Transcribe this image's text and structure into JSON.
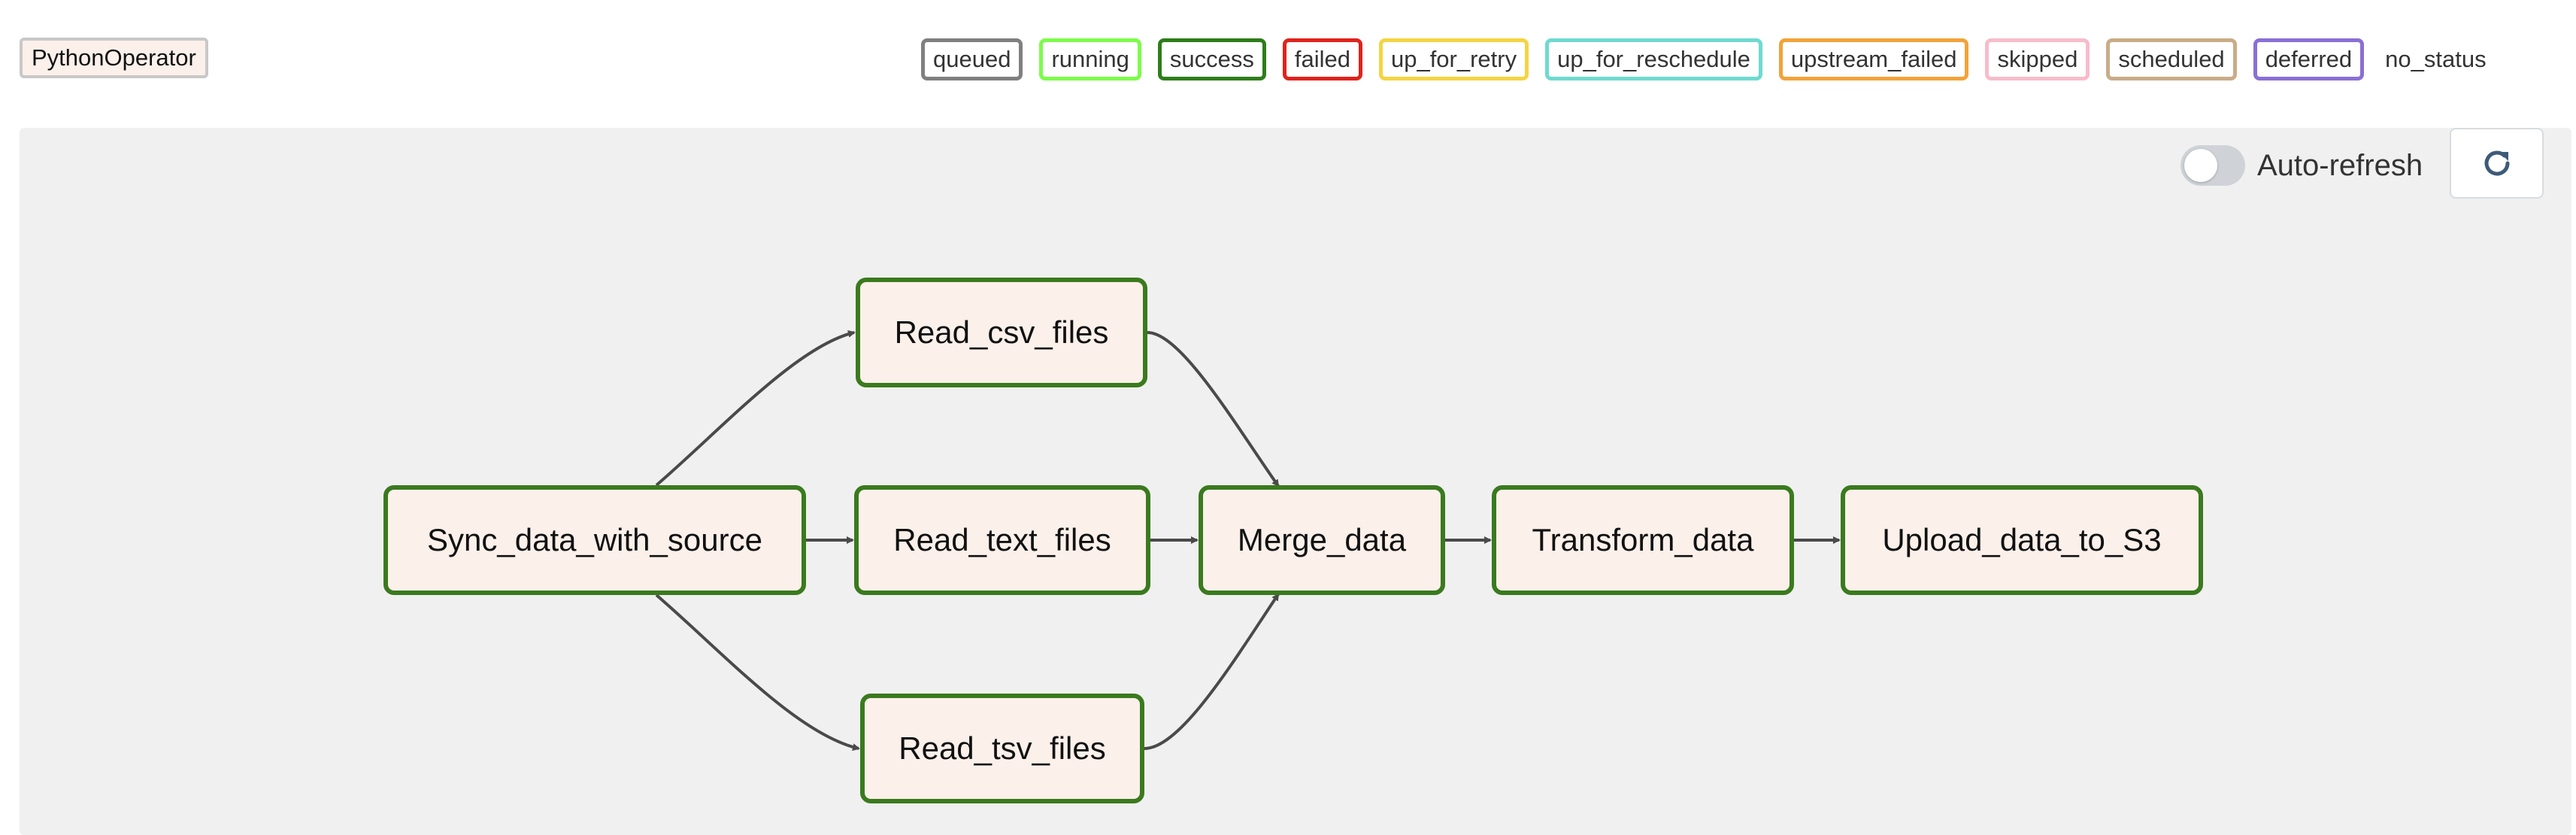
{
  "operator_badge": {
    "label": "PythonOperator",
    "background": "#fbf0ea",
    "border": "#c8c8c8"
  },
  "legend": [
    {
      "label": "queued",
      "color": "#808080"
    },
    {
      "label": "running",
      "color": "#7cfc4a"
    },
    {
      "label": "success",
      "color": "#2e7d1a"
    },
    {
      "label": "failed",
      "color": "#e0231c"
    },
    {
      "label": "up_for_retry",
      "color": "#f5d442"
    },
    {
      "label": "up_for_reschedule",
      "color": "#6fdad0"
    },
    {
      "label": "upstream_failed",
      "color": "#f2a33a"
    },
    {
      "label": "skipped",
      "color": "#f7bccb"
    },
    {
      "label": "scheduled",
      "color": "#c9ac88"
    },
    {
      "label": "deferred",
      "color": "#8a6fd6"
    }
  ],
  "legend_no_status": "no_status",
  "auto_refresh": {
    "label": "Auto-refresh",
    "enabled": false,
    "icon": "refresh-icon"
  },
  "graph": {
    "node_state": "success",
    "node_border_color": "#3a7a1e",
    "node_fill_color": "#fbf0ea",
    "edge_color": "#4a4a4a",
    "tasks": {
      "sync": "Sync_data_with_source",
      "read_csv": "Read_csv_files",
      "read_text": "Read_text_files",
      "read_tsv": "Read_tsv_files",
      "merge": "Merge_data",
      "transform": "Transform_data",
      "upload": "Upload_data_to_S3"
    },
    "edges": [
      [
        "sync",
        "read_csv"
      ],
      [
        "sync",
        "read_text"
      ],
      [
        "sync",
        "read_tsv"
      ],
      [
        "read_csv",
        "merge"
      ],
      [
        "read_text",
        "merge"
      ],
      [
        "read_tsv",
        "merge"
      ],
      [
        "merge",
        "transform"
      ],
      [
        "transform",
        "upload"
      ]
    ]
  }
}
